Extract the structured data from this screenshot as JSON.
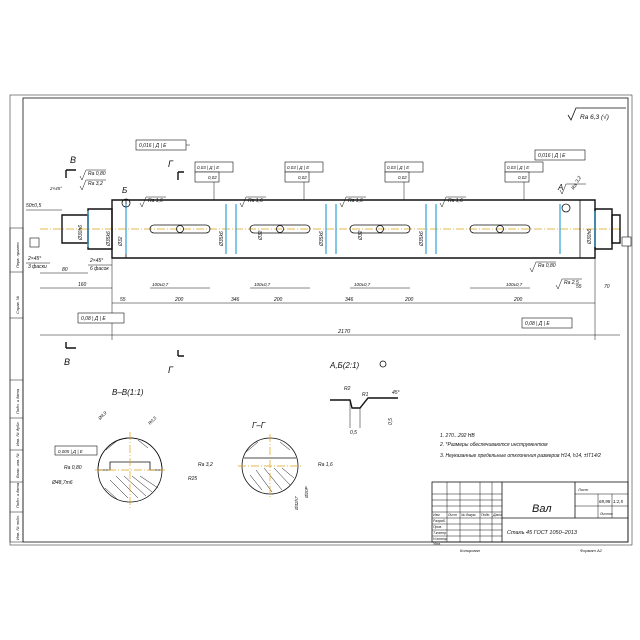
{
  "roughness_general": "Ra 6,3 (√)",
  "shaft": {
    "diameters": [
      "Ø30h6",
      "Ø35k6",
      "Ø32",
      "Ø35k6",
      "Ø32",
      "Ø35k6",
      "Ø32",
      "Ø35k6",
      "Ø30h6"
    ],
    "roughness_marks": [
      "Ra 0,80",
      "Ra 3,2",
      "Ra 1,6",
      "Ra 1,6",
      "Ra 1,6",
      "Ra 1,6",
      "Ra 0,80",
      "Ra 3,2",
      "Ra 2,5"
    ],
    "chamfers": [
      "2×45°",
      "3 фаски",
      "2×45°",
      "6 фасок"
    ],
    "end_label": "50±0,5",
    "tolerances": {
      "runout_left": "0,016 | Д | Е",
      "runout_right": "0,016 | Д | Е",
      "mid_1": "0,03 | Д | Е",
      "mid_1b": "0,02",
      "mid_2": "0,03 | Д | Е",
      "mid_2b": "0,02",
      "mid_3": "0,03 | Д | Е",
      "mid_3b": "0,02",
      "mid_4": "0,03 | Д | Е",
      "mid_4b": "0,02",
      "bottom_left": "0,08 | Д | Е",
      "bottom_right": "0,08 | Д | Е"
    },
    "datums": [
      "Д",
      "Е"
    ],
    "keyway_dims": [
      "100±0,7",
      "100±0,7",
      "100±0,7",
      "100±0,7"
    ],
    "spans": [
      "55",
      "200",
      "346",
      "200",
      "346",
      "200",
      "200",
      "55",
      "70"
    ],
    "lengths": [
      "80",
      "160",
      "2170"
    ]
  },
  "section_marks": {
    "v": "В",
    "g": "Г",
    "b": "Б",
    "a": "А"
  },
  "views": {
    "vv_title": "В–В(1:1)",
    "gg_title": "Г–Г",
    "ab_title": "А,Б(2:1)",
    "vv_labels": [
      "Ø4,9",
      "0,005 | Д | Е",
      "Ra 0,80",
      "Ø48,7m6",
      "R0,5",
      "Ra 3,2",
      "R25"
    ],
    "gg_labels": [
      "Ra 1,6",
      "Ø32h7",
      "Ø20Р"
    ],
    "ab_labels": [
      "R2",
      "R1",
      "45°",
      "0,5",
      "0,5"
    ]
  },
  "notes": [
    "1. 270...292 НВ",
    "2. *Размеры обеспечиваются инструментом",
    "3. Неуказанные предельные отклонения размеров H14, h14, ±IT14/2"
  ],
  "title_block": {
    "name": "Вал",
    "material": "Сталь 45 ГОСТ 1050–2013",
    "mass": "69,98",
    "scale": "1:2,5",
    "sheet": "Лист",
    "sheets": "Листов",
    "format": "Формат А2",
    "copied": "Копировал",
    "rows": [
      "Изм",
      "Лист",
      "№ докум.",
      "Подп.",
      "Дата"
    ],
    "roles": [
      "Разраб.",
      "Пров.",
      "Т.контр.",
      "Н.контр.",
      "Утв."
    ]
  },
  "side_stamps": [
    "Перв. примен.",
    "Справ. №",
    "Подп. и дата",
    "Инв. № дубл.",
    "Взам. инв. №",
    "Подп. и дата",
    "Инв. № подл."
  ]
}
